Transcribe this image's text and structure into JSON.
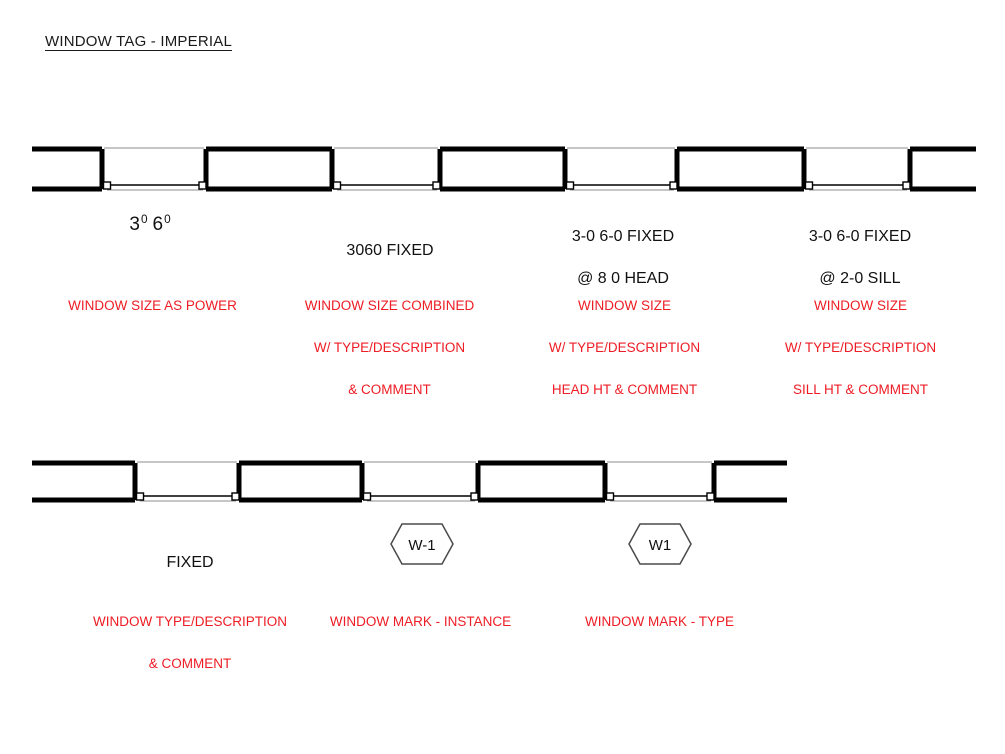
{
  "sheet": {
    "title": "WINDOW TAG - IMPERIAL",
    "accent_red": "#ee1c24",
    "ink_black": "#111111"
  },
  "rows": [
    {
      "name": "top-row",
      "tags": [
        {
          "id": "size-as-power",
          "label_type": "power",
          "label_lines": [
            "3 6"
          ],
          "power_feet_1": "3",
          "power_inches_1": "0",
          "power_feet_2": "6",
          "power_inches_2": "0",
          "caption_lines": [
            "WINDOW SIZE AS POWER"
          ]
        },
        {
          "id": "size-combined",
          "label_type": "text",
          "label_lines": [
            "3060 FIXED"
          ],
          "caption_lines": [
            "WINDOW SIZE COMBINED",
            "W/ TYPE/DESCRIPTION",
            "& COMMENT"
          ]
        },
        {
          "id": "size-head-height",
          "label_type": "text",
          "label_lines": [
            "3-0 6-0 FIXED",
            "@ 8 0 HEAD"
          ],
          "caption_lines": [
            "WINDOW SIZE",
            "W/ TYPE/DESCRIPTION",
            "HEAD HT & COMMENT"
          ]
        },
        {
          "id": "size-sill-height",
          "label_type": "text",
          "label_lines": [
            "3-0 6-0 FIXED",
            "@ 2-0 SILL"
          ],
          "caption_lines": [
            "WINDOW SIZE",
            "W/ TYPE/DESCRIPTION",
            "SILL HT & COMMENT"
          ]
        }
      ]
    },
    {
      "name": "bottom-row",
      "tags": [
        {
          "id": "type-description",
          "label_type": "text",
          "label_lines": [
            "FIXED"
          ],
          "caption_lines": [
            "WINDOW TYPE/DESCRIPTION",
            "& COMMENT"
          ]
        },
        {
          "id": "mark-instance",
          "label_type": "hexagon",
          "label_lines": [
            "W-1"
          ],
          "caption_lines": [
            "WINDOW MARK - INSTANCE"
          ]
        },
        {
          "id": "mark-type",
          "label_type": "hexagon",
          "label_lines": [
            "W1"
          ],
          "caption_lines": [
            "WINDOW MARK - TYPE"
          ]
        }
      ]
    }
  ]
}
